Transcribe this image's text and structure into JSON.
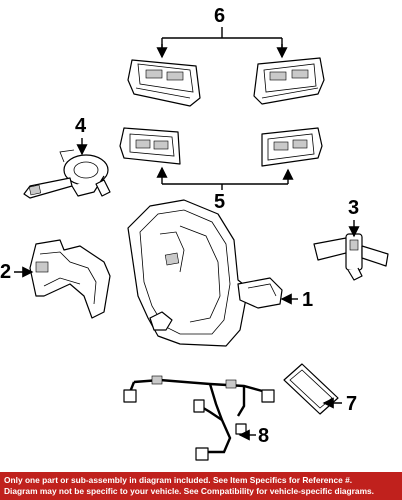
{
  "callouts": {
    "c1": "1",
    "c2": "2",
    "c3": "3",
    "c4": "4",
    "c5": "5",
    "c6": "6",
    "c7": "7",
    "c8": "8"
  },
  "disclaimer": {
    "line1": "Only one part or sub-assembly in diagram included. See Item Specifics for Reference #.",
    "line2": "Diagram may not be specific to your vehicle. See Compatibility for vehicle-specific diagrams."
  },
  "colors": {
    "banner": "#c0211d",
    "banner_text": "#ffffff",
    "line_art": "#000000"
  }
}
